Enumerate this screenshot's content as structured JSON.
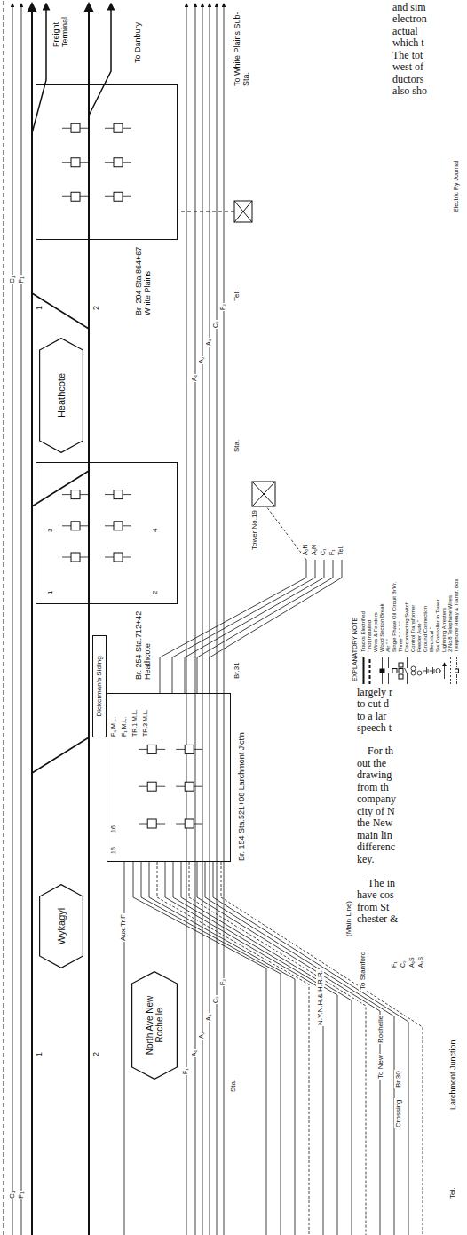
{
  "diagram": {
    "nodes": [
      {
        "text": [
          "Br. 204 Sta.864+67 White Plains"
        ]
      },
      {
        "text": [
          "Br. 254 Sta.712+42 Heathcote"
        ]
      },
      {
        "text": [
          "Br. 154 Sta.521+08 Larchmont J'ct'n"
        ]
      },
      {
        "text": [
          "Heathcote"
        ]
      },
      {
        "text": [
          "Dickerman's Siding"
        ]
      },
      {
        "text": [
          "Wykagyl"
        ]
      },
      {
        "text": [
          "North Ave New Rochelle"
        ]
      }
    ],
    "labels": [
      "Freight Terminal",
      "To Danbury",
      "To White Plains Sub-Sta.",
      "C₁",
      "F₁",
      "C₁",
      "F₁",
      "1",
      "2",
      "1",
      "2",
      "Aux.Tr.F",
      "F₁",
      "A₁",
      "A₂",
      "A₃",
      "C₂",
      "F₂",
      "A₁",
      "A₂",
      "A₃",
      "C₂",
      "F₂",
      "Tel.",
      "Sta.",
      "Sta.",
      "F₃ M.L.",
      "F₁ M.L.",
      "TR.1 M.L.",
      "TR.3 M.L.",
      "A₂N",
      "A₁N",
      "C₁",
      "F₁",
      "Tel.",
      "Tower No.19",
      "Br.31",
      "N.Y.N.H.& H.R.R.",
      "(Main Line)",
      "To Stamford",
      "To New",
      "Rochelle",
      "Crossing",
      "Br.30",
      "F₁",
      "C₂",
      "A₁S",
      "A₃S",
      "Larchmont Junction",
      "Tel.",
      "15",
      "16",
      "1",
      "2",
      "3",
      "4",
      "EXPLANATORY NOTE",
      "Electric Ry Journal",
      "and sim",
      "electron",
      "actual",
      "which t",
      "The tot",
      "west of",
      "ductors",
      "also sho",
      "largely r",
      "to cut d",
      "to a lar",
      "speech t",
      "For th",
      "out the",
      "drawing",
      "from th",
      "company",
      "city of N",
      "the New",
      "main lin",
      "differenc",
      "key.",
      "The in",
      "have cos",
      "from St",
      "chester &"
    ],
    "legend": [
      {
        "text": "Tracks Electrified"
      },
      {
        "text": "\" not Installed"
      },
      {
        "text": "Wires & Feeders"
      },
      {
        "text": "Wood Section Break"
      },
      {
        "text": "Air \" \""
      },
      {
        "text": "Single Phase Oil Circuit Br'k'r."
      },
      {
        "text": "Three \" \" \" \" \""
      },
      {
        "text": "Disconnecting Switch"
      },
      {
        "text": "Control Transformer"
      },
      {
        "text": "Feeder Auto \""
      },
      {
        "text": "Ground Connection"
      },
      {
        "text": "Electrical \""
      },
      {
        "text": "Sw.Controller in Tower"
      },
      {
        "text": "Lightning Arresters"
      },
      {
        "text": "2 No.8 Telephone Wires"
      },
      {
        "text": "Telephone Relay & Transf. Box"
      }
    ]
  }
}
